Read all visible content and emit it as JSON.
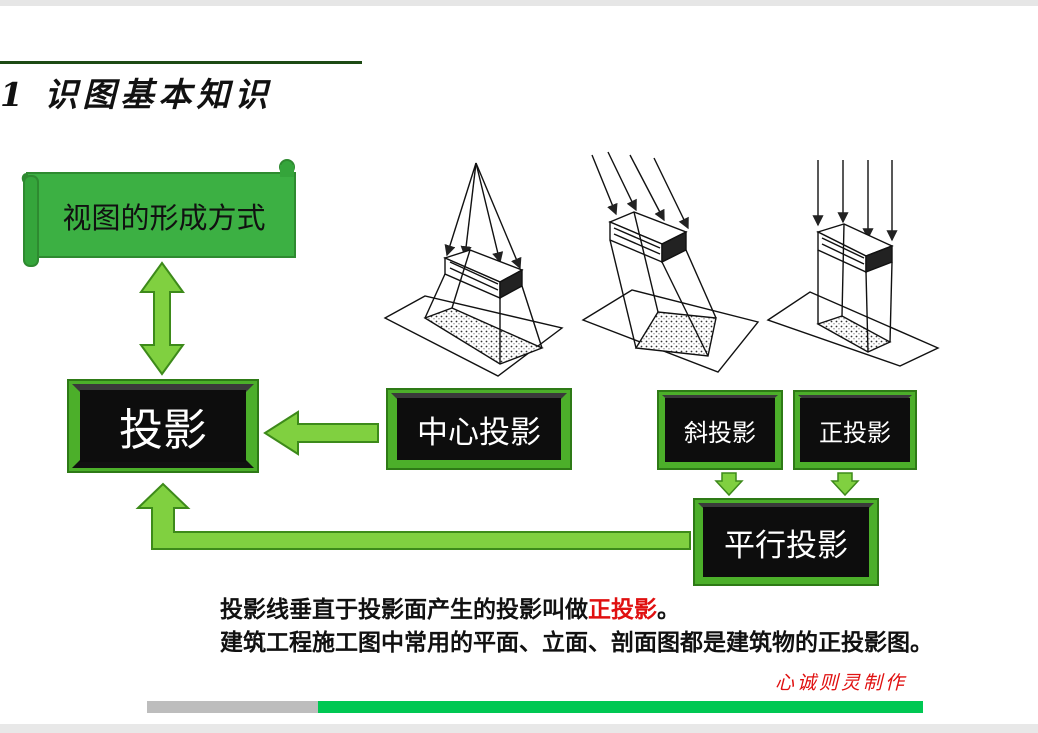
{
  "title": "1 识图基本知识",
  "scroll_label": "视图的形成方式",
  "boxes": {
    "projection": "投影",
    "central": "中心投影",
    "oblique": "斜投影",
    "orthographic": "正投影",
    "parallel": "平行投影"
  },
  "description": {
    "line1_prefix": "投影线垂直于投影面产生的投影叫做",
    "line1_highlight": "正投影",
    "line1_suffix": "。",
    "line2": "建筑工程施工图中常用的平面、立面、剖面图都是建筑物的正投影图。"
  },
  "signature": "心诚则灵制作",
  "colors": {
    "green": "#4caf2a",
    "box_dark": "#0d0d0d",
    "highlight": "#e01010",
    "progress_green": "#00c853"
  },
  "icons": [
    "central-projection-illustration-icon",
    "oblique-projection-illustration-icon",
    "orthographic-projection-illustration-icon"
  ]
}
